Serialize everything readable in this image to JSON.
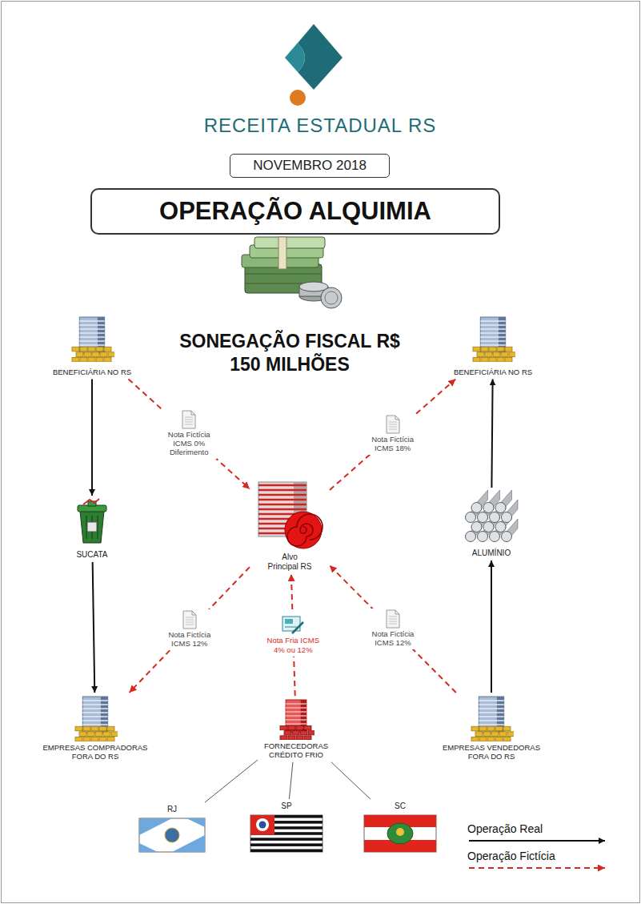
{
  "diagram": {
    "title": "OPERAÇÃO ALQUIMIA",
    "nodes": [
      {
        "text": [
          "NOVEMBRO 2018"
        ]
      },
      {
        "text": [
          "BENEFICIÁRIA NO RS"
        ]
      },
      {
        "text": [
          "BENEFICIÁRIA NO RS"
        ]
      },
      {
        "text": [
          "SUCATA"
        ]
      },
      {
        "text": [
          "Alvo Principal RS"
        ]
      },
      {
        "text": [
          "ALUMÍNIO"
        ]
      },
      {
        "text": [
          "EMPRESAS COMPRADORAS FORA DO RS"
        ]
      },
      {
        "text": [
          "FORNECEDORAS CRÉDITO FRIO"
        ]
      },
      {
        "text": [
          "EMPRESAS VENDEDORAS FORA DO RS"
        ]
      },
      {
        "text": [
          "RJ"
        ]
      },
      {
        "text": [
          "SP"
        ]
      },
      {
        "text": [
          "SC"
        ]
      }
    ],
    "edges": [
      {
        "from": 1,
        "to": 4,
        "arrow": "to",
        "label": "Nota Fictícia ICMS 0% Diferimento"
      },
      {
        "from": 4,
        "to": 2,
        "arrow": "to",
        "label": "Nota Fictícia ICMS 18%"
      },
      {
        "from": 4,
        "to": 6,
        "arrow": "to",
        "label": "Nota Fictícia ICMS 12%"
      },
      {
        "from": 7,
        "to": 4,
        "arrow": "to",
        "label": "Nota Fria ICMS 4% ou 12%"
      },
      {
        "from": 8,
        "to": 4,
        "arrow": "to",
        "label": "Nota Fictícia ICMS 12%"
      },
      {
        "from": 1,
        "to": 3,
        "arrow": "to"
      },
      {
        "from": 3,
        "to": 6,
        "arrow": "to"
      },
      {
        "from": 8,
        "to": 5,
        "arrow": "to"
      },
      {
        "from": 5,
        "to": 2,
        "arrow": "to"
      },
      {
        "from": 7,
        "to": 9,
        "arrow": "none"
      },
      {
        "from": 7,
        "to": 10,
        "arrow": "none"
      },
      {
        "from": 7,
        "to": 11,
        "arrow": "none"
      }
    ],
    "labels": [
      "RECEITA ESTADUAL RS",
      "SONEGAÇÃO FISCAL R$ 150 MILHÕES"
    ],
    "legend": [
      {
        "text": "Operação Real"
      },
      {
        "text": "Operação Fictícia"
      }
    ]
  }
}
